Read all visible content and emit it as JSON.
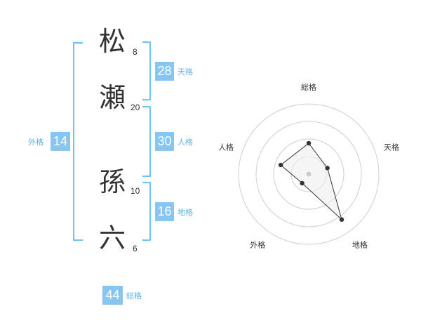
{
  "name_chars": [
    {
      "char": "松",
      "strokes": "8"
    },
    {
      "char": "瀬",
      "strokes": "20"
    },
    {
      "char": "孫",
      "strokes": "10"
    },
    {
      "char": "六",
      "strokes": "6"
    }
  ],
  "kaku": {
    "tenkaku": {
      "value": "28",
      "label": "天格"
    },
    "jinkaku": {
      "value": "30",
      "label": "人格"
    },
    "chikaku": {
      "value": "16",
      "label": "地格"
    },
    "gaikaku": {
      "value": "14",
      "label": "外格"
    },
    "soukaku": {
      "value": "44",
      "label": "総格"
    }
  },
  "chart_data": {
    "type": "radar",
    "axes": [
      "総格",
      "天格",
      "地格",
      "外格",
      "人格"
    ],
    "rings": 4,
    "values": [
      2.2,
      1.4,
      4.0,
      0.8,
      2.1
    ],
    "max": 5,
    "colors": {
      "ring": "#cfcfcf",
      "polygon_stroke": "#333333",
      "polygon_fill": "#eeeeee",
      "center_dot": "#cccccc",
      "point": "#333333"
    }
  },
  "colors": {
    "accent": "#87c6f3",
    "bracket": "#74c2f0",
    "label": "#5fb3ec"
  }
}
